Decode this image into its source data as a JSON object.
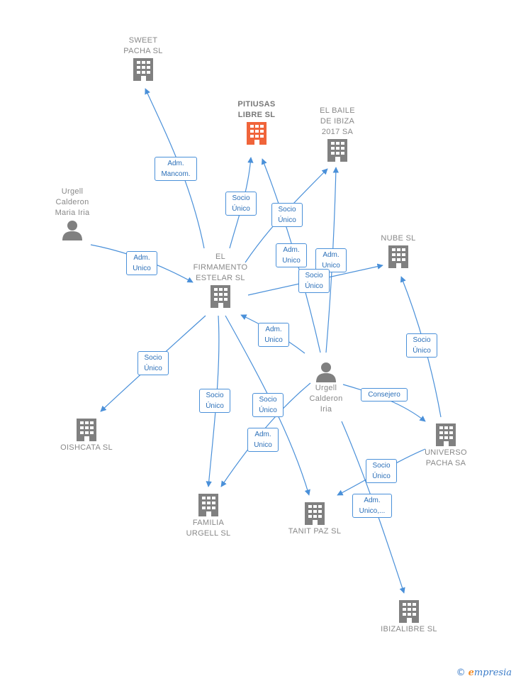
{
  "colors": {
    "edge": "#4a90d9",
    "company": "#808080",
    "highlight": "#f0643a",
    "person": "#808080"
  },
  "nodes": {
    "sweet_pacha": {
      "label": [
        "SWEET",
        "PACHA  SL"
      ],
      "icon": "building-icon"
    },
    "pitiusas": {
      "label": [
        "PITIUSAS",
        "LIBRE  SL"
      ],
      "icon": "building-icon"
    },
    "el_baile": {
      "label": [
        "EL BAILE",
        "DE IBIZA",
        "2017 SA"
      ],
      "icon": "building-icon"
    },
    "urgell_maria": {
      "label": [
        "Urgell",
        "Calderon",
        "Maria Iria"
      ],
      "icon": "person-icon"
    },
    "nube": {
      "label": [
        "NUBE SL"
      ],
      "icon": "building-icon"
    },
    "firmamento": {
      "label": [
        "EL",
        "FIRMAMENTO",
        "ESTELAR SL"
      ],
      "icon": "building-icon"
    },
    "urgell_iria": {
      "label": [
        "Urgell",
        "Calderon",
        "Iria"
      ],
      "icon": "person-icon"
    },
    "oishcata": {
      "label": [
        "OISHCATA  SL"
      ],
      "icon": "building-icon"
    },
    "universo": {
      "label": [
        "UNIVERSO",
        "PACHA SA"
      ],
      "icon": "building-icon"
    },
    "familia": {
      "label": [
        "FAMILIA",
        "URGELL  SL"
      ],
      "icon": "building-icon"
    },
    "tanit": {
      "label": [
        "TANIT PAZ SL"
      ],
      "icon": "building-icon"
    },
    "ibizalibre": {
      "label": [
        "IBIZALIBRE  SL"
      ],
      "icon": "building-icon"
    }
  },
  "edge_labels": {
    "adm_mancom": [
      "Adm.",
      "Mancom."
    ],
    "socio_unico_pitiusas": [
      "Socio",
      "Único"
    ],
    "socio_unico_baile": [
      "Socio",
      "Único"
    ],
    "adm_unico_maria": [
      "Adm.",
      "Unico"
    ],
    "adm_unico_pitiusas": [
      "Adm.",
      "Unico"
    ],
    "adm_unico_baile": [
      "Adm.",
      "Unico"
    ],
    "socio_unico_nube": [
      "Socio",
      "Único"
    ],
    "adm_unico_firm": [
      "Adm.",
      "Unico"
    ],
    "socio_unico_oishcata": [
      "Socio",
      "Único"
    ],
    "socio_unico_familia": [
      "Socio",
      "Único"
    ],
    "socio_unico_tanit": [
      "Socio",
      "Único"
    ],
    "adm_unico_familia": [
      "Adm.",
      "Unico"
    ],
    "consejero": [
      "Consejero"
    ],
    "socio_unico_universo_nube": [
      "Socio",
      "Único"
    ],
    "socio_unico_universo_tanit": [
      "Socio",
      "Único"
    ],
    "adm_unico_ibiza": [
      "Adm.",
      "Unico,..."
    ]
  },
  "brand": {
    "copyright": "©",
    "e": "e",
    "rest": "mpresia"
  }
}
